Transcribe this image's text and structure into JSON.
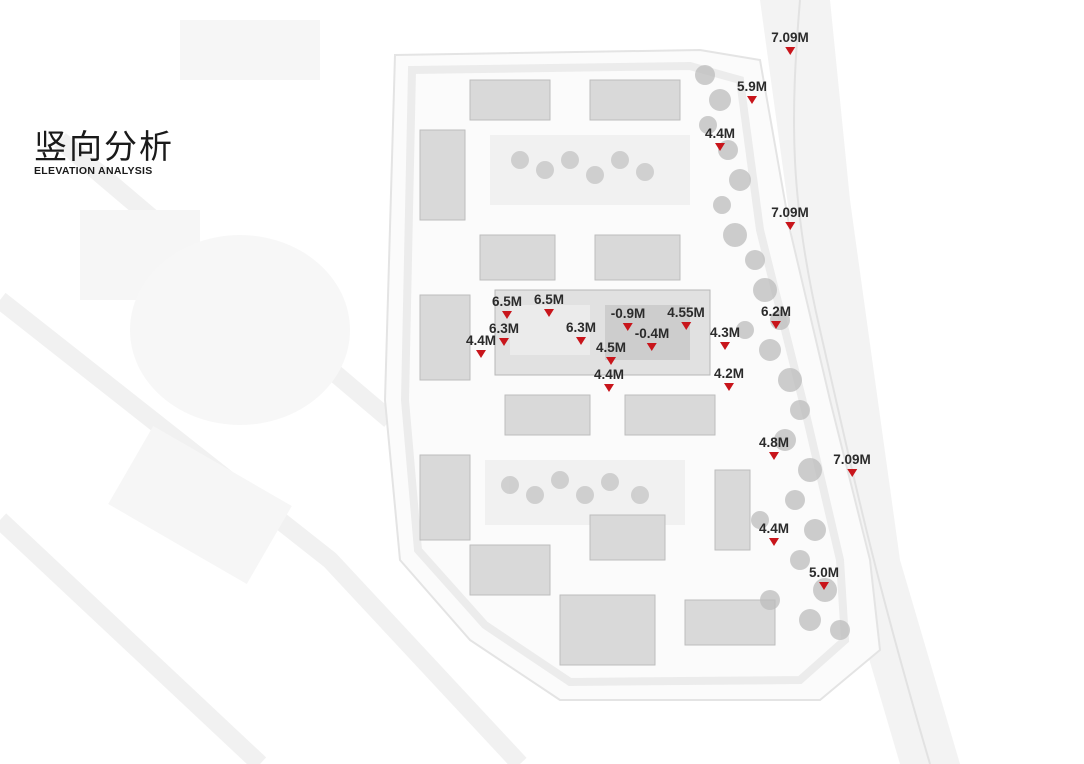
{
  "title": {
    "cn": "竖向分析",
    "en": "ELEVATION ANALYSIS"
  },
  "colors": {
    "marker": "#c8151b",
    "label": "#2b2b2b",
    "building": "#cfcfcf",
    "tree": "#a9a9a9",
    "road": "#ececec"
  },
  "markers": [
    {
      "id": "m1",
      "label": "7.09M"
    },
    {
      "id": "m2",
      "label": "5.9M"
    },
    {
      "id": "m3",
      "label": "4.4M"
    },
    {
      "id": "m4",
      "label": "7.09M"
    },
    {
      "id": "m5",
      "label": "6.5M"
    },
    {
      "id": "m6",
      "label": "6.5M"
    },
    {
      "id": "m7",
      "label": "6.3M"
    },
    {
      "id": "m8",
      "label": "6.3M"
    },
    {
      "id": "m9",
      "label": "4.4M"
    },
    {
      "id": "m10",
      "label": "-0.9M"
    },
    {
      "id": "m11",
      "label": "4.55M"
    },
    {
      "id": "m12",
      "label": "-0.4M"
    },
    {
      "id": "m13",
      "label": "4.5M"
    },
    {
      "id": "m14",
      "label": "6.2M"
    },
    {
      "id": "m15",
      "label": "4.3M"
    },
    {
      "id": "m16",
      "label": "4.4M"
    },
    {
      "id": "m17",
      "label": "4.2M"
    },
    {
      "id": "m18",
      "label": "4.8M"
    },
    {
      "id": "m19",
      "label": "7.09M"
    },
    {
      "id": "m20",
      "label": "4.4M"
    },
    {
      "id": "m21",
      "label": "5.0M"
    }
  ]
}
